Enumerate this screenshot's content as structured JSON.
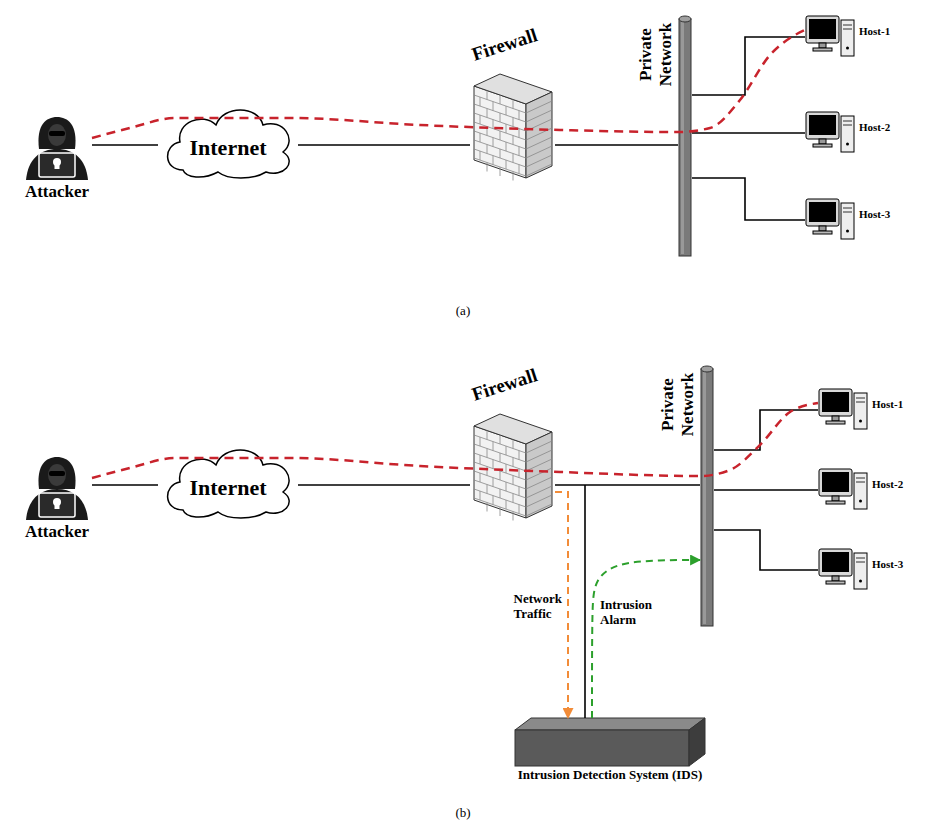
{
  "diagram": {
    "nodes": [
      {
        "text": [
          "Attacker"
        ]
      },
      {
        "text": [
          "Internet"
        ]
      },
      {
        "text": [
          "Firewall"
        ]
      },
      {
        "text": [
          "Private Network"
        ]
      },
      {
        "text": [
          "Host-1"
        ]
      },
      {
        "text": [
          "Host-2"
        ]
      },
      {
        "text": [
          "Host-3"
        ]
      },
      {
        "text": [
          "Attacker"
        ]
      },
      {
        "text": [
          "Internet"
        ]
      },
      {
        "text": [
          "Firewall"
        ]
      },
      {
        "text": [
          "Private Network"
        ]
      },
      {
        "text": [
          "Host-1"
        ]
      },
      {
        "text": [
          "Host-2"
        ]
      },
      {
        "text": [
          "Host-3"
        ]
      },
      {
        "text": [
          "Intrusion Detection System (IDS)"
        ]
      }
    ],
    "edges": [
      {
        "from": 0,
        "to": 1,
        "arrow": "none"
      },
      {
        "from": 1,
        "to": 2,
        "arrow": "none"
      },
      {
        "from": 2,
        "to": 3,
        "arrow": "none"
      },
      {
        "from": 3,
        "to": 4,
        "arrow": "none"
      },
      {
        "from": 3,
        "to": 5,
        "arrow": "none"
      },
      {
        "from": 3,
        "to": 6,
        "arrow": "none"
      },
      {
        "from": 0,
        "to": 4,
        "arrow": "none"
      },
      {
        "from": 7,
        "to": 8,
        "arrow": "none"
      },
      {
        "from": 8,
        "to": 9,
        "arrow": "none"
      },
      {
        "from": 9,
        "to": 10,
        "arrow": "none"
      },
      {
        "from": 10,
        "to": 11,
        "arrow": "none"
      },
      {
        "from": 10,
        "to": 12,
        "arrow": "none"
      },
      {
        "from": 10,
        "to": 13,
        "arrow": "none"
      },
      {
        "from": 7,
        "to": 11,
        "arrow": "none"
      },
      {
        "from": 9,
        "to": 14,
        "arrow": "to",
        "label": "Network Traffic"
      },
      {
        "from": 14,
        "to": 10,
        "arrow": "to",
        "label": "Intrusion Alarm"
      }
    ],
    "labels": [
      "(a)",
      "(b)"
    ]
  }
}
